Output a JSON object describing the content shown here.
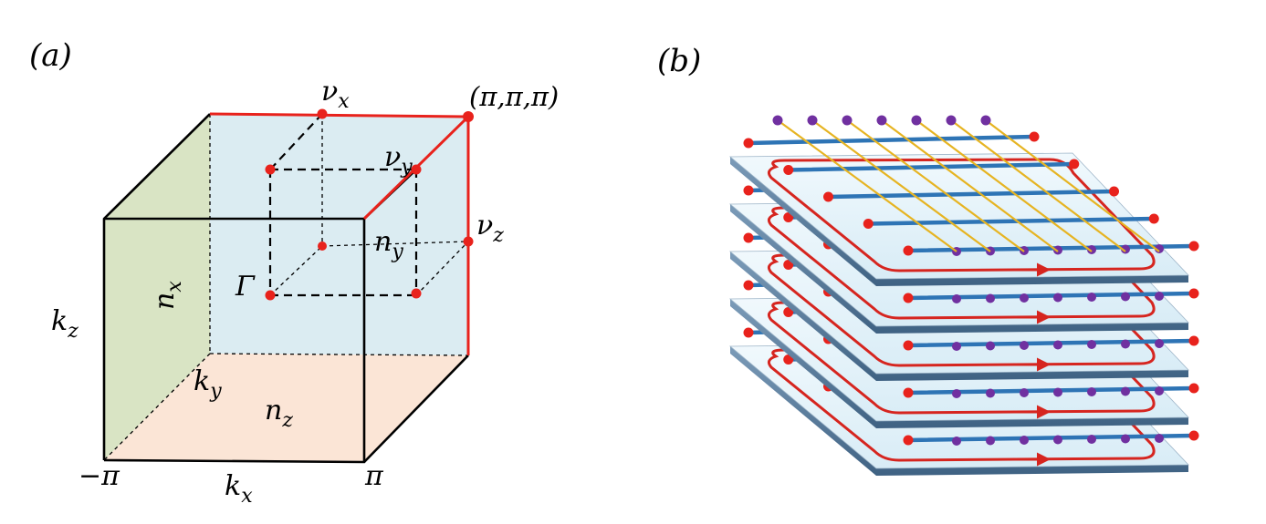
{
  "panel_a": {
    "panel_label": "(a)",
    "corner_label": "(π,π,π)",
    "nu_x": "νx",
    "nu_y": "νy",
    "nu_z": "νz",
    "n_x": "nx",
    "n_y": "ny",
    "n_z": "nz",
    "gamma": "Γ",
    "k_x": "kx",
    "k_y": "ky",
    "k_z": "kz",
    "minus_pi": "−π",
    "pi": "π",
    "colors": {
      "left_face": "#d9e4c4",
      "back_face": "#dbecf2",
      "bottom_face": "#fbe5d6",
      "highlight": "#e8221c",
      "point": "#e8221c"
    }
  },
  "panel_b": {
    "panel_label": "(b)",
    "layer_count": 5,
    "colors": {
      "plate_top": "#e7f4fb",
      "plate_edge": "#5d7f9e",
      "rod": "#2e74b5",
      "rod_end": "#e8221c",
      "diagonal_rod": "#e6b422",
      "diagonal_end": "#7030a0",
      "edge_current": "#d6251f"
    }
  }
}
